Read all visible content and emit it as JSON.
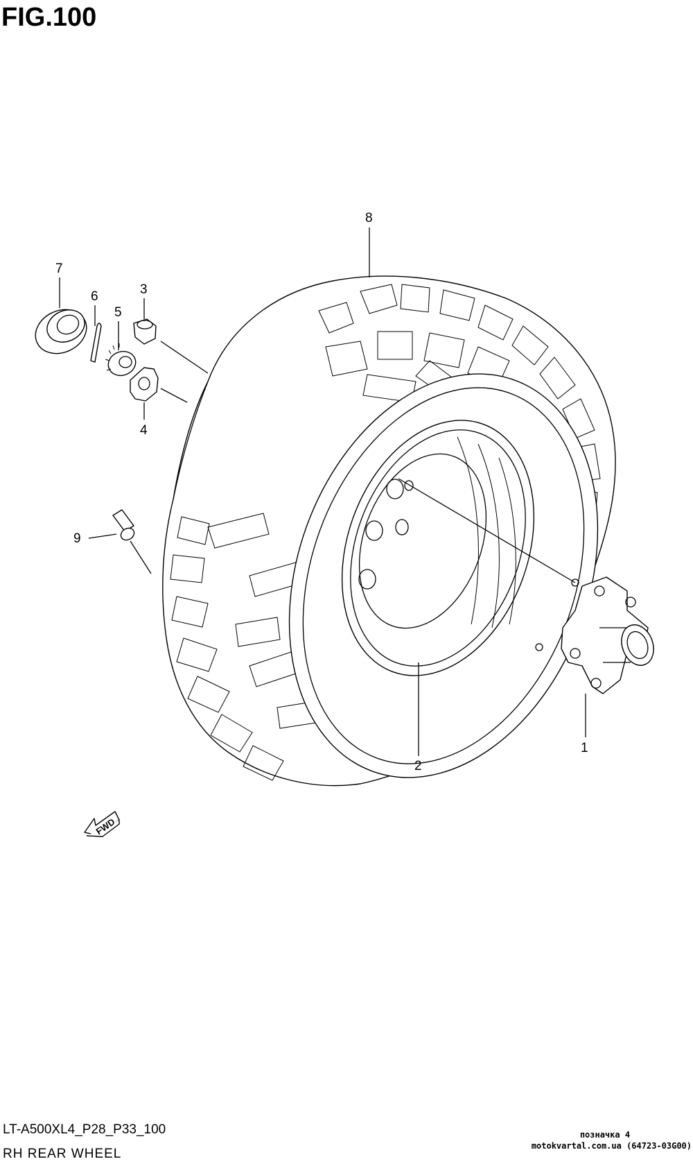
{
  "figure": {
    "title": "FIG.100"
  },
  "callouts": [
    {
      "id": "1",
      "label": "1",
      "part": "wheel hub"
    },
    {
      "id": "2",
      "label": "2",
      "part": "wheel rim"
    },
    {
      "id": "3",
      "label": "3",
      "part": "castle nut"
    },
    {
      "id": "4",
      "label": "4",
      "part": "washer"
    },
    {
      "id": "5",
      "label": "5",
      "part": "lock nut"
    },
    {
      "id": "6",
      "label": "6",
      "part": "cotter pin"
    },
    {
      "id": "7",
      "label": "7",
      "part": "hub cap"
    },
    {
      "id": "8",
      "label": "8",
      "part": "tire"
    },
    {
      "id": "9",
      "label": "9",
      "part": "valve"
    }
  ],
  "fwd_arrow": {
    "label": "FWD"
  },
  "footer": {
    "model_code": "LT-A500XL4_P28_P33_100",
    "name": "RH REAR WHEEL"
  },
  "watermark": {
    "line1": "позначка 4",
    "line2": "motokvartal.com.ua (64723-03G00)"
  }
}
